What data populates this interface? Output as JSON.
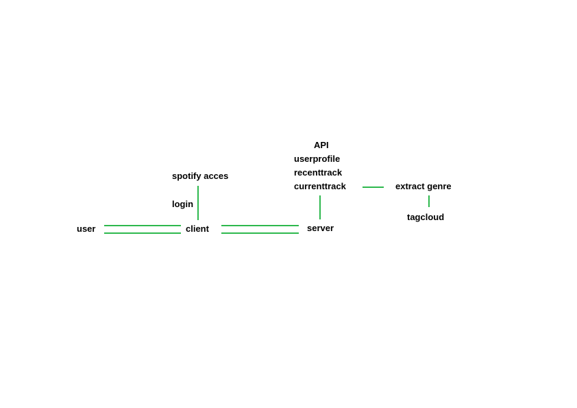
{
  "nodes": {
    "user": "user",
    "client": "client",
    "server": "server",
    "spotify_access": "spotify acces",
    "login": "login",
    "api": "API",
    "userprofile": "userprofile",
    "recenttrack": "recenttrack",
    "currenttrack": "currenttrack",
    "extract_genre": "extract genre",
    "tagcloud": "tagcloud"
  },
  "colors": {
    "connector": "#2db84d",
    "text": "#000000",
    "background": "#ffffff"
  }
}
